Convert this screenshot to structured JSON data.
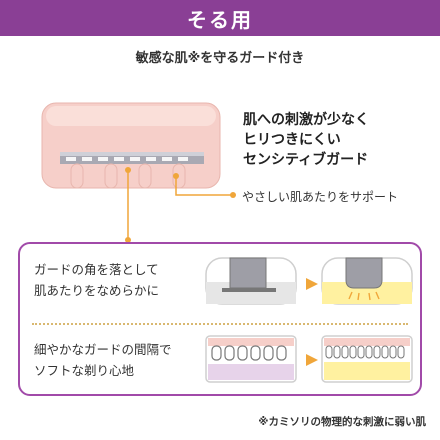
{
  "header": {
    "title": "そる用"
  },
  "subtitle": "敏感な肌※を守るガード付き",
  "features": {
    "lines": [
      "肌への刺激が少なく",
      "ヒリつきにくい",
      "センシティブガード"
    ],
    "support": "やさしい肌あたりをサポート"
  },
  "panel": {
    "corner": {
      "lines": [
        "ガードの角を落として",
        "肌あたりをなめらかに"
      ]
    },
    "gaps": {
      "lines": [
        "細やかなガードの間隔で",
        "ソフトな剃り心地"
      ]
    }
  },
  "footnote": "※カミソリの物理的な刺激に弱い肌",
  "colors": {
    "brand_purple": "#8a3f95",
    "accent_orange": "#f0a63a",
    "guard_pink": "#f6cfc9",
    "blade_gray": "#a9a9b3",
    "skin_yellow": "#fff1a0"
  }
}
